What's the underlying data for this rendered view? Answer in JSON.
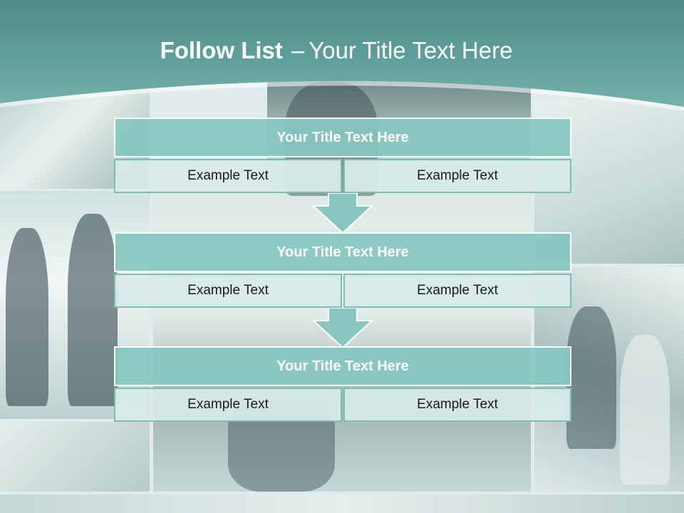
{
  "header": {
    "title_bold": "Follow List",
    "title_dash": "–",
    "title_rest": "Your Title Text Here"
  },
  "blocks": [
    {
      "title": "Your Title Text Here",
      "left": "Example Text",
      "right": "Example Text"
    },
    {
      "title": "Your Title Text Here",
      "left": "Example Text",
      "right": "Example Text"
    },
    {
      "title": "Your Title Text Here",
      "left": "Example Text",
      "right": "Example Text"
    }
  ],
  "colors": {
    "header_teal": "#5f9f99",
    "block_title_fill": "#87c7c0",
    "cell_fill": "#d8eae8",
    "cell_border": "#7dbdb6",
    "title_text": "#ffffff"
  },
  "icons": [
    "down-arrow-icon",
    "down-arrow-icon"
  ]
}
